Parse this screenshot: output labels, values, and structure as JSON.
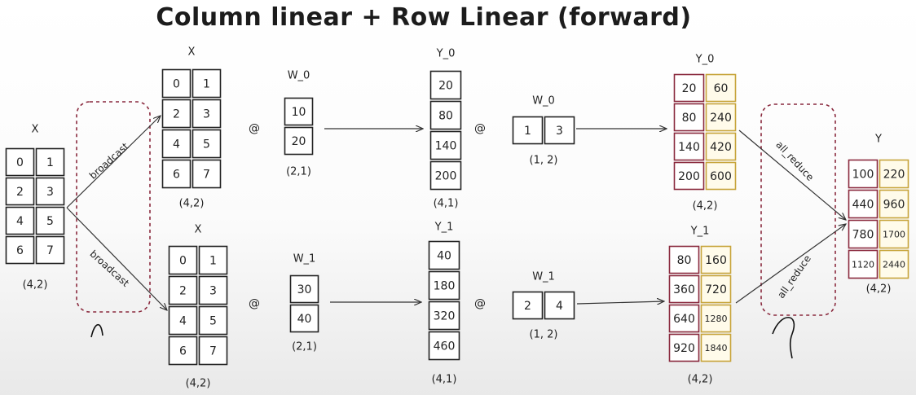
{
  "title": "Column linear + Row Linear (forward)",
  "colors": {
    "ink": "#222222",
    "red": "#8a2a3e",
    "gold": "#c7a43a",
    "dashed": "#8a2a3e"
  },
  "input_x": {
    "label": "X",
    "cells": [
      [
        "0",
        "1"
      ],
      [
        "2",
        "3"
      ],
      [
        "4",
        "5"
      ],
      [
        "6",
        "7"
      ]
    ],
    "shape": "(4,2)"
  },
  "broadcast_label": "broadcast",
  "branches": [
    {
      "x": {
        "label": "X",
        "cells": [
          [
            "0",
            "1"
          ],
          [
            "2",
            "3"
          ],
          [
            "4",
            "5"
          ],
          [
            "6",
            "7"
          ]
        ],
        "shape": "(4,2)"
      },
      "at1": "@",
      "w_col": {
        "label": "W_0",
        "cells": [
          [
            "10"
          ],
          [
            "20"
          ]
        ],
        "shape": "(2,1)"
      },
      "y": {
        "label": "Y_0",
        "cells": [
          [
            "20"
          ],
          [
            "80"
          ],
          [
            "140"
          ],
          [
            "200"
          ]
        ],
        "shape": "(4,1)"
      },
      "at2": "@",
      "w_row": {
        "label": "W_0",
        "cells": [
          [
            "1",
            "3"
          ]
        ],
        "shape": "(1, 2)"
      },
      "result": {
        "label": "Y_0",
        "cells": [
          [
            "20",
            "60"
          ],
          [
            "80",
            "240"
          ],
          [
            "140",
            "420"
          ],
          [
            "200",
            "600"
          ]
        ],
        "shape": "(4,2)"
      }
    },
    {
      "x": {
        "label": "X",
        "cells": [
          [
            "0",
            "1"
          ],
          [
            "2",
            "3"
          ],
          [
            "4",
            "5"
          ],
          [
            "6",
            "7"
          ]
        ],
        "shape": "(4,2)"
      },
      "at1": "@",
      "w_col": {
        "label": "W_1",
        "cells": [
          [
            "30"
          ],
          [
            "40"
          ]
        ],
        "shape": "(2,1)"
      },
      "y": {
        "label": "Y_1",
        "cells": [
          [
            "40"
          ],
          [
            "180"
          ],
          [
            "320"
          ],
          [
            "460"
          ]
        ],
        "shape": "(4,1)"
      },
      "at2": "@",
      "w_row": {
        "label": "W_1",
        "cells": [
          [
            "2",
            "4"
          ]
        ],
        "shape": "(1, 2)"
      },
      "result": {
        "label": "Y_1",
        "cells": [
          [
            "80",
            "160"
          ],
          [
            "360",
            "720"
          ],
          [
            "640",
            "1280"
          ],
          [
            "920",
            "1840"
          ]
        ],
        "shape": "(4,2)"
      }
    }
  ],
  "all_reduce_label": "all_reduce",
  "output_y": {
    "label": "Y",
    "cells": [
      [
        "100",
        "220"
      ],
      [
        "440",
        "960"
      ],
      [
        "780",
        "1700"
      ],
      [
        "1120",
        "2440"
      ]
    ],
    "shape": "(4,2)"
  }
}
